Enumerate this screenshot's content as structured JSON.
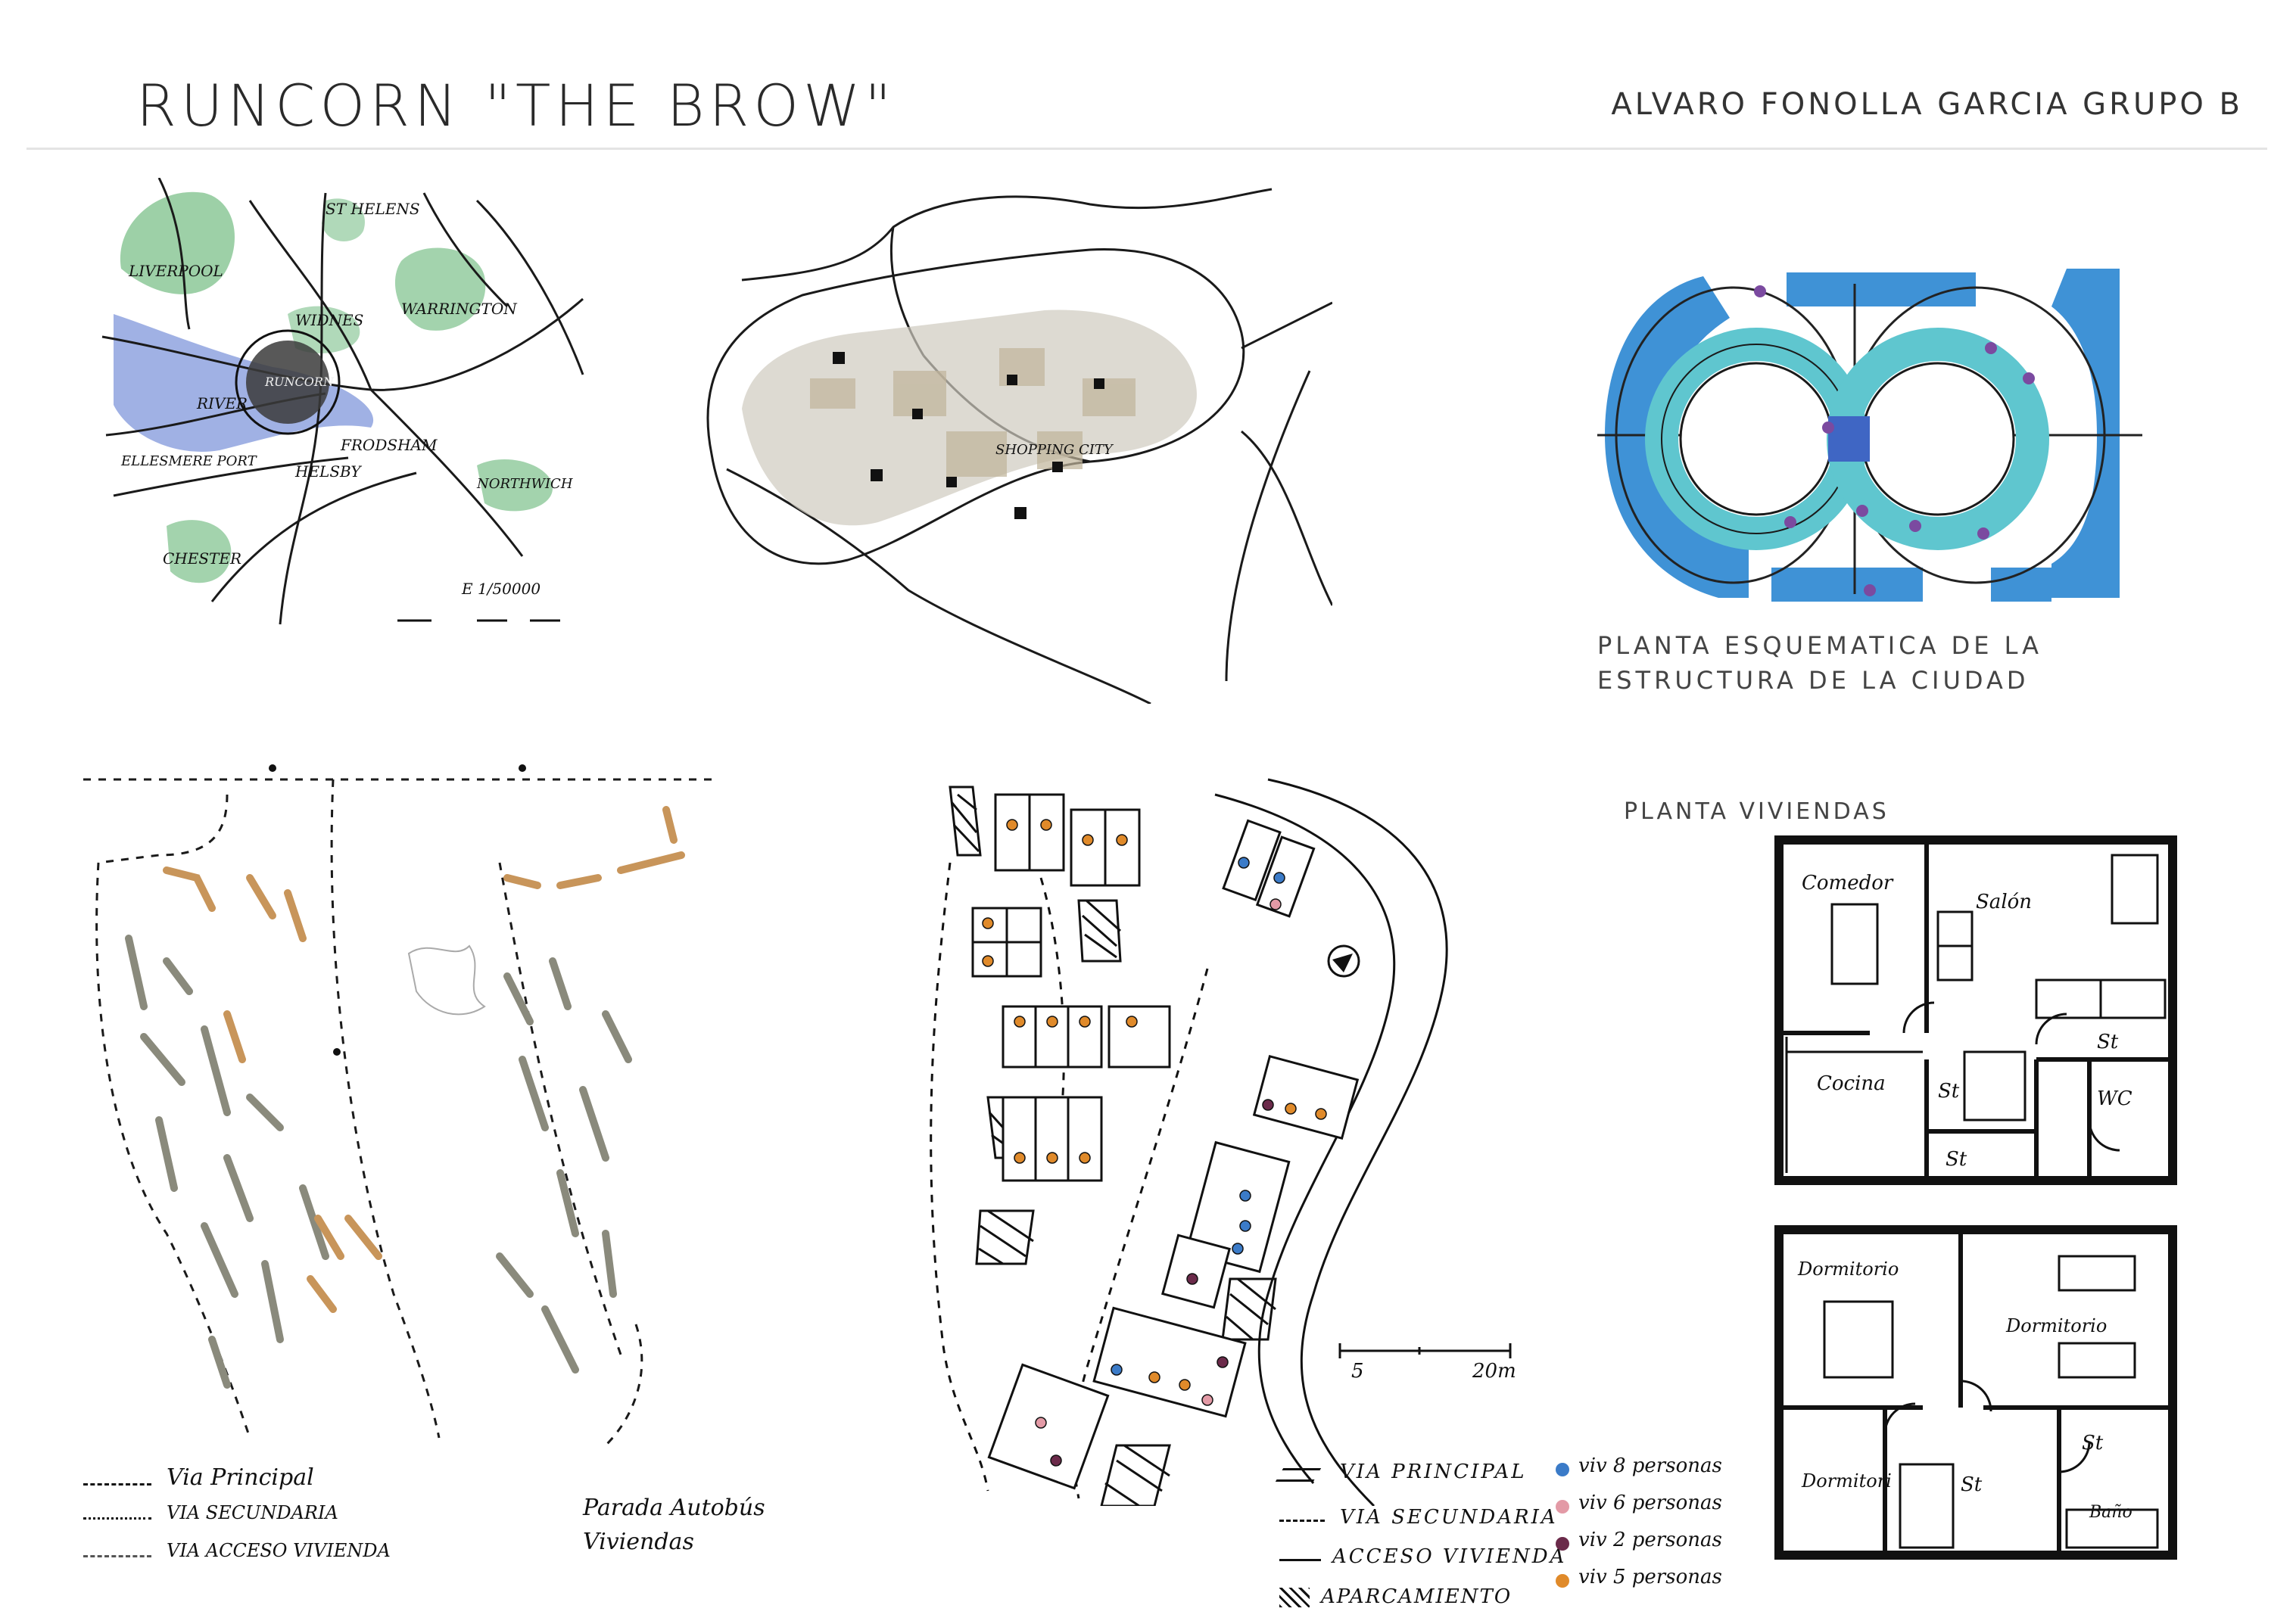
{
  "header": {
    "title": "RUNCORN \"THE BROW\"",
    "author": "ALVARO FONOLLA GARCIA GRUPO B"
  },
  "regional_map": {
    "places": {
      "st_helens": "ST HELENS",
      "liverpool": "LIVERPOOL",
      "widnes": "WIDNES",
      "warrington": "WARRINGTON",
      "runcorn": "RUNCORN",
      "river": "RIVER",
      "ellesmere_port": "ELLESMERE PORT",
      "frodsham": "FRODSHAM",
      "helsby": "HELSBY",
      "northwich": "NORTHWICH",
      "chester": "CHESTER"
    },
    "scale": "E 1/50000"
  },
  "site_plan": {
    "label": "SHOPPING CITY"
  },
  "city_structure": {
    "caption": "PLANTA ESQUEMATICA DE LA ESTRUCTURA DE LA CIUDAD"
  },
  "district_plan": {
    "legend": {
      "main_road": "Via Principal",
      "secondary_road": "VIA SECUNDARIA",
      "housing_access": "VIA ACCESO VIVIENDA",
      "bus_stop": "Parada Autobús",
      "housing": "Viviendas"
    }
  },
  "housing_layout": {
    "scale": {
      "start": "5",
      "end": "20m"
    },
    "legend": {
      "main_road": "VIA PRINCIPAL",
      "secondary_road": "VIA SECUNDARIA",
      "access": "ACCESO VIVIENDA",
      "parking": "APARCAMIENTO",
      "v8": "viv 8 personas",
      "v6": "viv 6 personas",
      "v2": "viv 2 personas",
      "v5": "viv 5 personas"
    },
    "colors": {
      "v8": "#3b7bc8",
      "v6": "#e39aa6",
      "v2": "#6b2a4a",
      "v5": "#e08a2a"
    }
  },
  "floor_plans": {
    "title": "PLANTA VIVIENDAS",
    "ground": {
      "comedor": "Comedor",
      "salon": "Salón",
      "cocina": "Cocina",
      "st1": "St",
      "st2": "St",
      "st3": "St",
      "wc": "WC"
    },
    "upper": {
      "dorm1": "Dormitorio",
      "dorm2": "Dormitorio",
      "dorm3": "Dormitori",
      "st1": "St",
      "st2": "St",
      "bano": "Baño"
    }
  }
}
